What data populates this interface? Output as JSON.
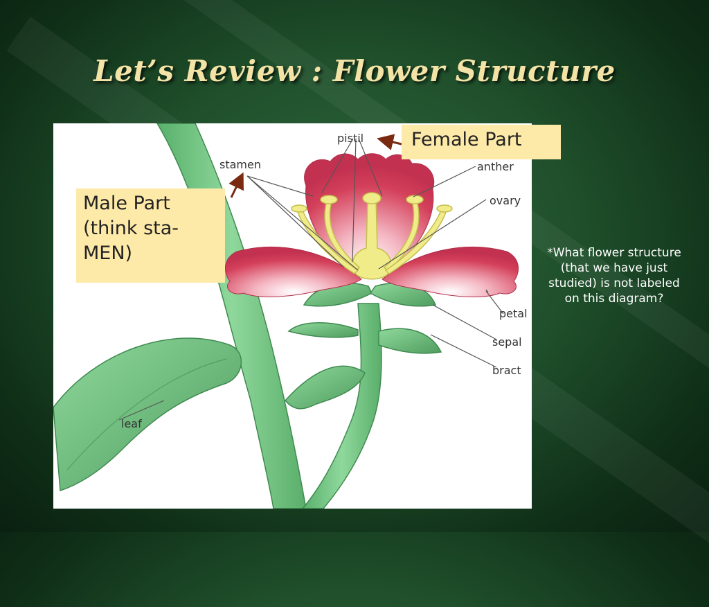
{
  "slide": {
    "title": "Let’s Review : Flower Structure",
    "question": "*What flower structure (that we have just studied) is not labeled on this diagram?"
  },
  "callouts": {
    "male": [
      "Male Part",
      "(think sta-",
      "MEN)"
    ],
    "female": "Female Part"
  },
  "diagram": {
    "labels": {
      "pistil": "pistil",
      "stamen": "stamen",
      "anther": "anther",
      "ovary": "ovary",
      "petal": "petal",
      "sepal": "sepal",
      "bract": "bract",
      "leaf": "leaf"
    },
    "colors": {
      "petal": "#d4405a",
      "stem": "#6cc87f",
      "stamen": "#f0ec8a",
      "callout_bg": "#fde9a8",
      "arrow": "#7a2a10"
    }
  }
}
